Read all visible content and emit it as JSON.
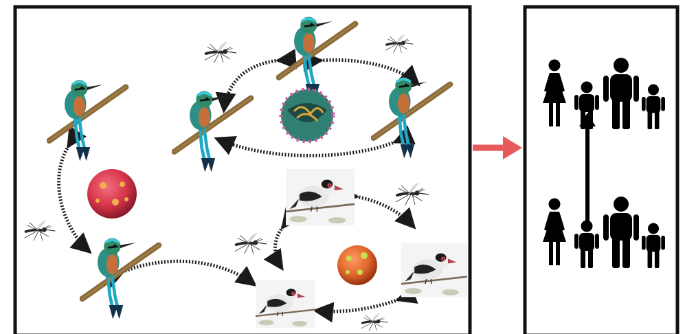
{
  "diagram": {
    "left_panel": {
      "birds_motmot": [
        "motmot-1",
        "motmot-2",
        "motmot-3",
        "motmot-4",
        "motmot-5"
      ],
      "birds_tityra": [
        "tityra-1",
        "tityra-2",
        "tityra-3"
      ],
      "mosquitoes": [
        "mosquito-1",
        "mosquito-2",
        "mosquito-3",
        "mosquito-4",
        "mosquito-5",
        "mosquito-6"
      ],
      "viruses": [
        "virus-pink",
        "virus-green-cutaway",
        "virus-orange"
      ]
    },
    "right_panel": {
      "families": [
        "family-top",
        "family-bottom"
      ],
      "figures_per_family": [
        "woman",
        "child",
        "man",
        "child"
      ]
    },
    "colors": {
      "frame": "#111111",
      "arrow": "#1a1a1a",
      "connector_arrow": "#e85a5a",
      "motmot_body": "#2e8f86",
      "motmot_breast": "#c5703a",
      "motmot_tail": "#1fa7c4",
      "branch": "#8a6a3a",
      "virus_pink": "#d8344a",
      "virus_orange": "#e0662c",
      "virus_green": "#2f7f73",
      "tityra_body": "#e8e8e8",
      "person": "#000000"
    }
  }
}
